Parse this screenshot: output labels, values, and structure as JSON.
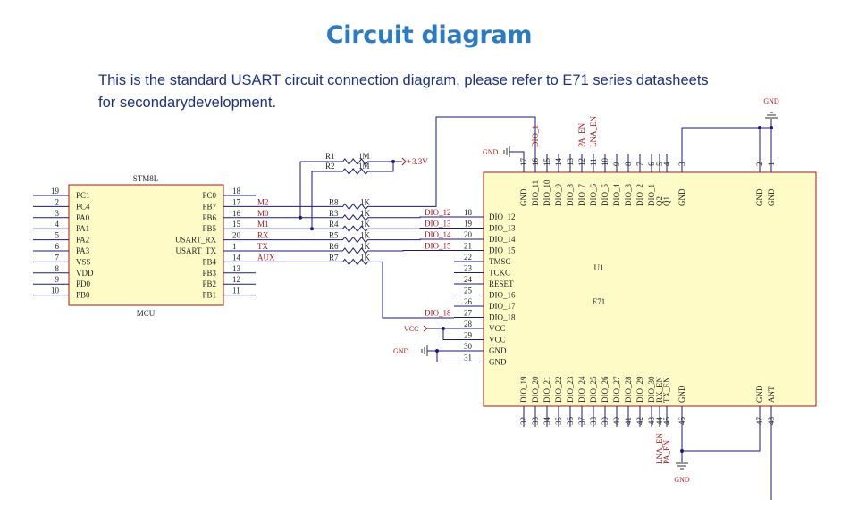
{
  "title": "Circuit diagram",
  "description_line1": "This is the standard USART circuit connection diagram, please refer to E71 series datasheets",
  "description_line2": "for secondarydevelopment.",
  "mcu": {
    "name": "STM8L",
    "label": "MCU",
    "left_pins": [
      {
        "num": "19",
        "name": "PC1"
      },
      {
        "num": "2",
        "name": "PC4"
      },
      {
        "num": "3",
        "name": "PA0"
      },
      {
        "num": "4",
        "name": "PA1"
      },
      {
        "num": "5",
        "name": "PA2"
      },
      {
        "num": "6",
        "name": "PA3"
      },
      {
        "num": "7",
        "name": "VSS"
      },
      {
        "num": "8",
        "name": "VDD"
      },
      {
        "num": "9",
        "name": "PD0"
      },
      {
        "num": "10",
        "name": "PB0"
      }
    ],
    "right_pins": [
      {
        "num": "18",
        "name": "PC0",
        "net": ""
      },
      {
        "num": "17",
        "name": "PB7",
        "net": "M2"
      },
      {
        "num": "16",
        "name": "PB6",
        "net": "M0"
      },
      {
        "num": "15",
        "name": "PB5",
        "net": "M1"
      },
      {
        "num": "20",
        "name": "USART_RX",
        "net": "RX"
      },
      {
        "num": "1",
        "name": "USART_TX",
        "net": "TX"
      },
      {
        "num": "14",
        "name": "PB4",
        "net": "AUX"
      },
      {
        "num": "13",
        "name": "PB3",
        "net": ""
      },
      {
        "num": "12",
        "name": "PB2",
        "net": ""
      },
      {
        "num": "11",
        "name": "PB1",
        "net": ""
      }
    ]
  },
  "resistors": [
    {
      "ref": "R1",
      "value": "1M"
    },
    {
      "ref": "R2",
      "value": "1M"
    },
    {
      "ref": "R8",
      "value": "1K"
    },
    {
      "ref": "R3",
      "value": "1K"
    },
    {
      "ref": "R4",
      "value": "1K"
    },
    {
      "ref": "R5",
      "value": "1K"
    },
    {
      "ref": "R6",
      "value": "1K"
    },
    {
      "ref": "R7",
      "value": "1K"
    }
  ],
  "supply_label": "3.3V",
  "module": {
    "ref": "U1",
    "name": "E71",
    "left_pins": [
      {
        "num": "18",
        "name": "DIO_12",
        "net": "DIO_12"
      },
      {
        "num": "19",
        "name": "DIO_13",
        "net": "DIO_13"
      },
      {
        "num": "20",
        "name": "DIO_14",
        "net": "DIO_14"
      },
      {
        "num": "21",
        "name": "DIO_15",
        "net": "DIO_15"
      },
      {
        "num": "22",
        "name": "TMSC",
        "net": ""
      },
      {
        "num": "23",
        "name": "TCKC",
        "net": ""
      },
      {
        "num": "24",
        "name": "RESET",
        "net": ""
      },
      {
        "num": "25",
        "name": "DIO_16",
        "net": ""
      },
      {
        "num": "26",
        "name": "DIO_17",
        "net": ""
      },
      {
        "num": "27",
        "name": "DIO_18",
        "net": "DIO_18"
      },
      {
        "num": "28",
        "name": "VCC",
        "net": ""
      },
      {
        "num": "29",
        "name": "VCC",
        "net": ""
      },
      {
        "num": "30",
        "name": "GND",
        "net": ""
      },
      {
        "num": "31",
        "name": "GND",
        "net": ""
      }
    ],
    "top_pins": [
      {
        "num": "17",
        "name": "GND",
        "ext": ""
      },
      {
        "num": "16",
        "name": "DIO_11",
        "ext": "DIO_1"
      },
      {
        "num": "15",
        "name": "DIO_10",
        "ext": ""
      },
      {
        "num": "14",
        "name": "DIO_9",
        "ext": ""
      },
      {
        "num": "13",
        "name": "DIO_8",
        "ext": ""
      },
      {
        "num": "12",
        "name": "DIO_7",
        "ext": "PA_EN"
      },
      {
        "num": "11",
        "name": "DIO_6",
        "ext": "LNA_EN"
      },
      {
        "num": "10",
        "name": "DIO_5",
        "ext": ""
      },
      {
        "num": "9",
        "name": "DIO_4",
        "ext": ""
      },
      {
        "num": "8",
        "name": "DIO_3",
        "ext": ""
      },
      {
        "num": "7",
        "name": "DIO_2",
        "ext": ""
      },
      {
        "num": "6",
        "name": "DIO_1",
        "ext": ""
      },
      {
        "num": "5",
        "name": "Q2",
        "ext": ""
      },
      {
        "num": "4",
        "name": "Q1",
        "ext": ""
      },
      {
        "num": "3",
        "name": "GND",
        "ext": ""
      },
      {
        "num": "2",
        "name": "GND",
        "ext": ""
      },
      {
        "num": "1",
        "name": "GND",
        "ext": ""
      }
    ],
    "bottom_pins": [
      {
        "num": "32",
        "name": "DIO_19",
        "ext": ""
      },
      {
        "num": "33",
        "name": "DIO_20",
        "ext": ""
      },
      {
        "num": "34",
        "name": "DIO_21",
        "ext": ""
      },
      {
        "num": "35",
        "name": "DIO_22",
        "ext": ""
      },
      {
        "num": "36",
        "name": "DIO_23",
        "ext": ""
      },
      {
        "num": "37",
        "name": "DIO_24",
        "ext": ""
      },
      {
        "num": "38",
        "name": "DIO_25",
        "ext": ""
      },
      {
        "num": "39",
        "name": "DIO_26",
        "ext": ""
      },
      {
        "num": "40",
        "name": "DIO_27",
        "ext": ""
      },
      {
        "num": "41",
        "name": "DIO_28",
        "ext": ""
      },
      {
        "num": "42",
        "name": "DIO_29",
        "ext": ""
      },
      {
        "num": "43",
        "name": "DIO_30",
        "ext": ""
      },
      {
        "num": "44",
        "name": "RX_EN",
        "ext": "LNA_EN"
      },
      {
        "num": "45",
        "name": "TX_EN",
        "ext": "PA_EN"
      },
      {
        "num": "46",
        "name": "GND",
        "ext": ""
      },
      {
        "num": "47",
        "name": "GND",
        "ext": ""
      },
      {
        "num": "48",
        "name": "ANT",
        "ext": ""
      }
    ]
  },
  "power_labels": {
    "vcc": "VCC",
    "gnd": "GND"
  },
  "colors": {
    "title": "#2a7bc2",
    "text": "#1d2f86",
    "net": "#a01818",
    "module_fill": "#fffbc6",
    "module_stroke": "#a01818",
    "wire": "#1a1a7a"
  }
}
